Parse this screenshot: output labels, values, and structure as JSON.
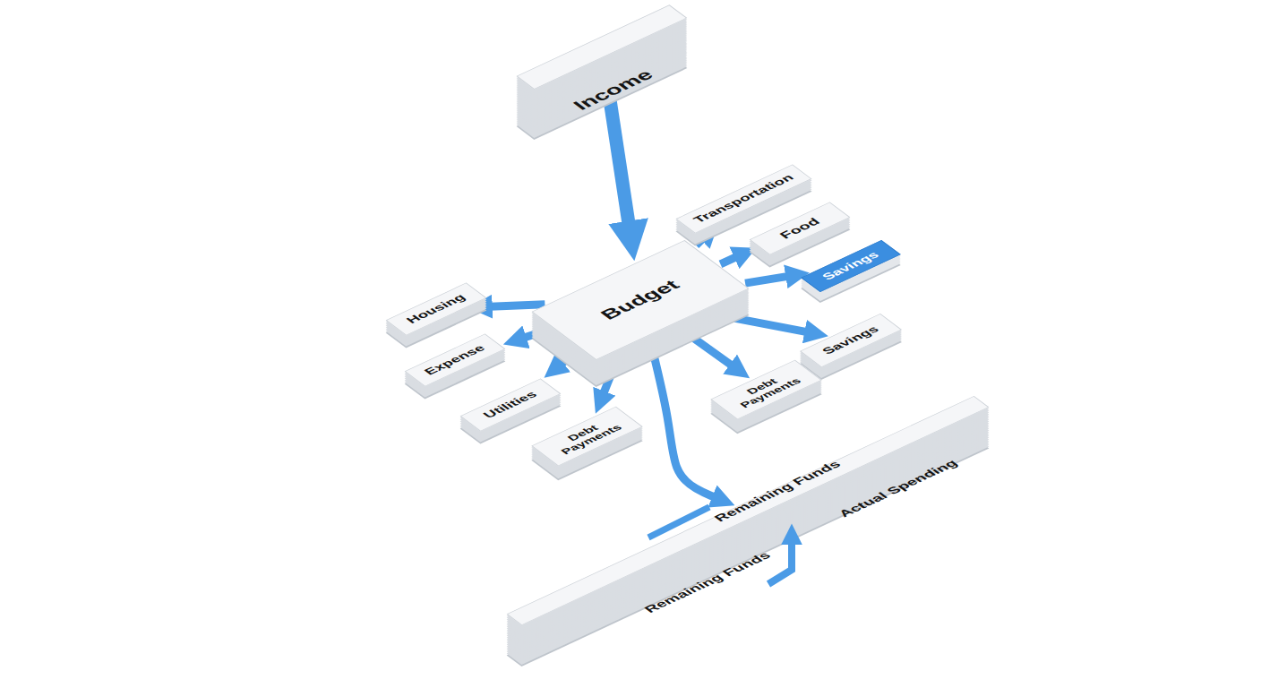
{
  "diagram": {
    "nodes": [
      {
        "text": [
          "Income"
        ]
      },
      {
        "text": [
          "Budget"
        ]
      },
      {
        "text": [
          "Transportation"
        ]
      },
      {
        "text": [
          "Food"
        ]
      },
      {
        "text": [
          "Savings"
        ]
      },
      {
        "text": [
          "Savings"
        ]
      },
      {
        "text": [
          "Debt Payments"
        ]
      },
      {
        "text": [
          "Housing"
        ]
      },
      {
        "text": [
          "Expense"
        ]
      },
      {
        "text": [
          "Utilities"
        ]
      },
      {
        "text": [
          "Debt Payments"
        ]
      },
      {
        "text": [
          "Remaining Funds"
        ]
      }
    ],
    "edges": [
      {
        "from": 0,
        "to": 1,
        "arrow": "to"
      },
      {
        "from": 1,
        "to": 2,
        "arrow": "to"
      },
      {
        "from": 1,
        "to": 3,
        "arrow": "to"
      },
      {
        "from": 1,
        "to": 4,
        "arrow": "to"
      },
      {
        "from": 1,
        "to": 5,
        "arrow": "to"
      },
      {
        "from": 1,
        "to": 6,
        "arrow": "to"
      },
      {
        "from": 1,
        "to": 7,
        "arrow": "to"
      },
      {
        "from": 1,
        "to": 8,
        "arrow": "to"
      },
      {
        "from": 1,
        "to": 9,
        "arrow": "to"
      },
      {
        "from": 1,
        "to": 10,
        "arrow": "to"
      },
      {
        "from": 1,
        "to": 11,
        "arrow": "to"
      }
    ],
    "labels": [
      "Remaining Funds",
      "Actual Spending"
    ]
  }
}
